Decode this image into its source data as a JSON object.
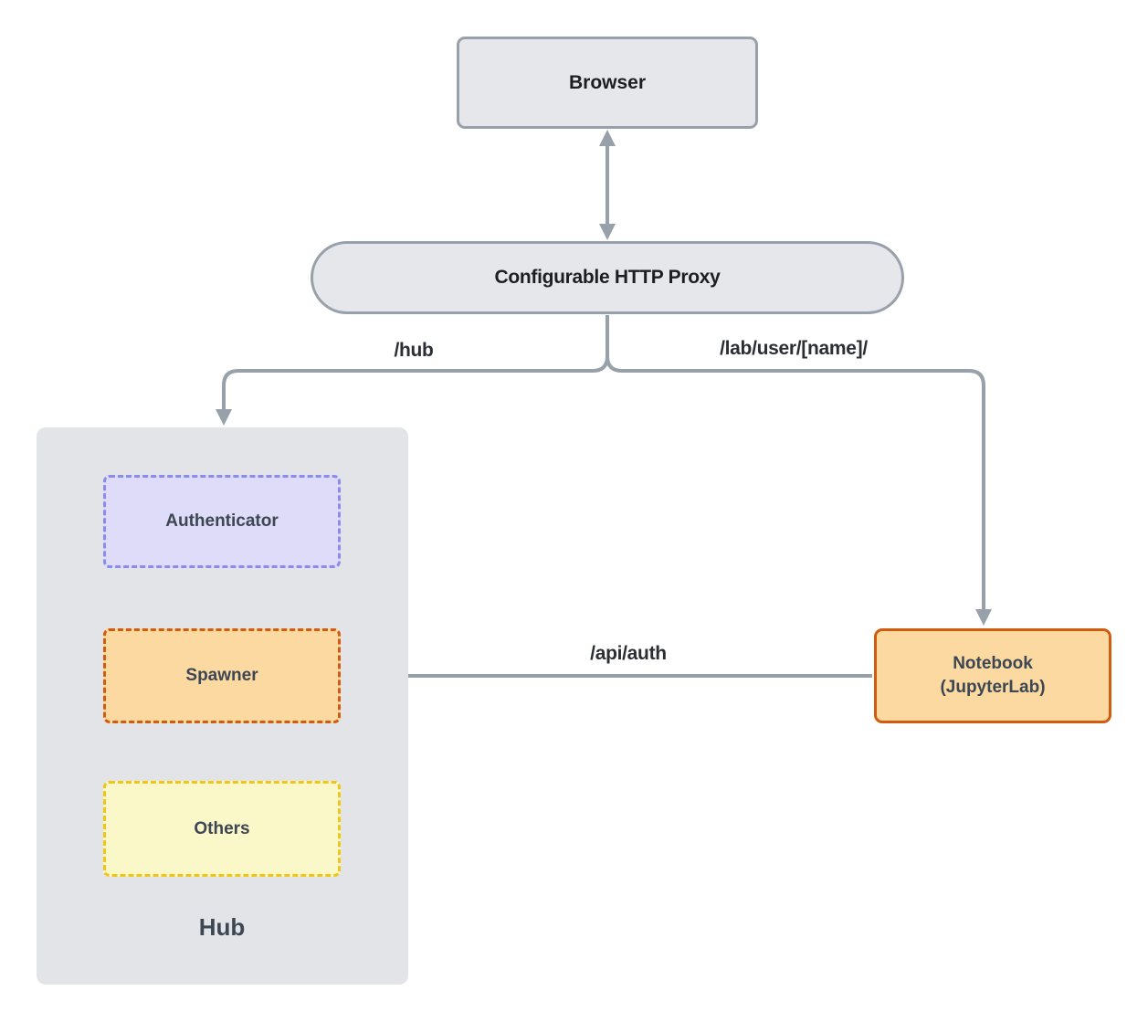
{
  "nodes": {
    "browser": {
      "label": "Browser"
    },
    "proxy": {
      "label": "Configurable HTTP Proxy"
    },
    "hub_container": {
      "label": "Hub"
    },
    "authenticator": {
      "label": "Authenticator"
    },
    "spawner": {
      "label": "Spawner"
    },
    "others": {
      "label": "Others"
    },
    "notebook": {
      "label": "Notebook",
      "sublabel": "(JupyterLab)"
    }
  },
  "edges": {
    "proxy_hub": {
      "label": "/hub"
    },
    "proxy_notebook": {
      "label": "/lab/user/[name]/"
    },
    "notebook_spawner": {
      "label": "/api/auth"
    }
  },
  "colors": {
    "connector": "#98a0aa",
    "gray_node_fill": "#e5e7ea",
    "gray_node_border": "#98a0aa",
    "hub_container_fill": "#e2e4e8",
    "authenticator_fill": "#dedcf8",
    "authenticator_border": "#8b8bef",
    "spawner_fill": "#fbd9a1",
    "spawner_border": "#d15c10",
    "others_fill": "#faf8c8",
    "others_border": "#f0c515",
    "notebook_fill": "#fbd9a1",
    "notebook_border": "#d15c10",
    "dark_text": "#1c1e21",
    "box_text": "#3d4653"
  }
}
